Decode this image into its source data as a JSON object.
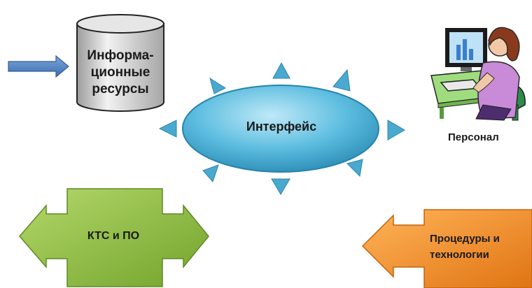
{
  "nodes": {
    "database": {
      "label": "Информа-\nционные\nресурсы",
      "color": "#d4d4d4"
    },
    "interface": {
      "label": "Интерфейс",
      "color": "#3fa8cc"
    },
    "staff": {
      "label": "Персонал"
    },
    "hardware_software": {
      "label": "КТС и ПО",
      "color": "#8cba3a"
    },
    "procedures": {
      "label": "Процедуры и\nтехнологии",
      "color": "#f0892a"
    }
  },
  "colors": {
    "input_arrow": "#4a7dbf",
    "rays": "#4aa9cf"
  }
}
